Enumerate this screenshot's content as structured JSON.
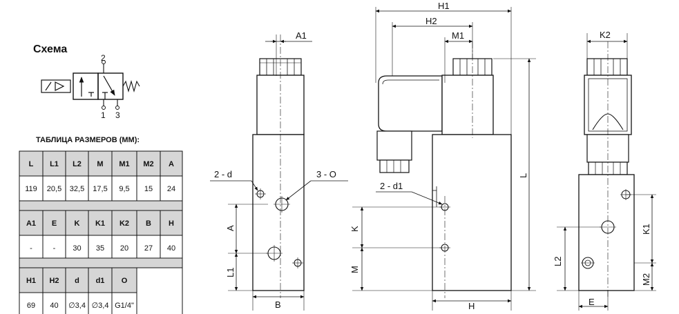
{
  "schema": {
    "title": "Схема",
    "port_2": "2",
    "port_1": "1",
    "port_3": "3"
  },
  "table": {
    "title": "ТАБЛИЦА РАЗМЕРОВ (ММ):",
    "section1": {
      "headers": [
        "L",
        "L1",
        "L2",
        "M",
        "M1",
        "M2",
        "A"
      ],
      "values": [
        "119",
        "20,5",
        "32,5",
        "17,5",
        "9,5",
        "15",
        "24"
      ]
    },
    "section2": {
      "headers": [
        "A1",
        "E",
        "K",
        "K1",
        "K2",
        "B",
        "H"
      ],
      "values": [
        "-",
        "-",
        "30",
        "35",
        "20",
        "27",
        "40"
      ]
    },
    "section3": {
      "headers": [
        "H1",
        "H2",
        "d",
        "d1",
        "O"
      ],
      "values": [
        "69",
        "40",
        "∅3,4",
        "∅3,4",
        "G1/4\""
      ]
    }
  },
  "views": {
    "front": {
      "A1": "A1",
      "d2": "2 - d",
      "O3": "3 - O",
      "A": "A",
      "L1": "L1",
      "B": "B"
    },
    "side": {
      "H1": "H1",
      "H2": "H2",
      "M1": "M1",
      "d1": "2 - d1",
      "K": "K",
      "M": "M",
      "L": "L",
      "H": "H"
    },
    "right": {
      "K2": "K2",
      "K1": "K1",
      "L2": "L2",
      "M2": "M2",
      "E": "E"
    }
  }
}
